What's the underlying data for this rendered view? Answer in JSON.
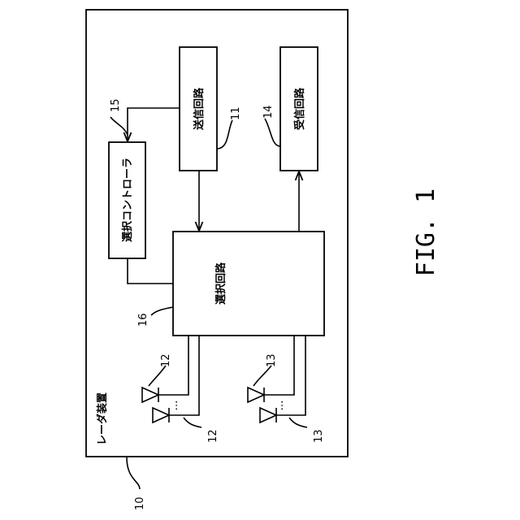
{
  "labels": {
    "radar_device": "レーダ装置",
    "tx_circuit": "送信回路",
    "rx_circuit": "受信回路",
    "sel_controller": "選択コントローラ",
    "sel_circuit": "選択回路",
    "dots_tx": "…",
    "dots_rx": "…"
  },
  "refs": {
    "device": "10",
    "tx": "11",
    "ant_tx_top": "12",
    "ant_tx_bottom": "12",
    "ant_rx_top": "13",
    "ant_rx_bottom": "13",
    "rx": "14",
    "controller": "15",
    "selector": "16"
  },
  "figure": "FIG. 1"
}
